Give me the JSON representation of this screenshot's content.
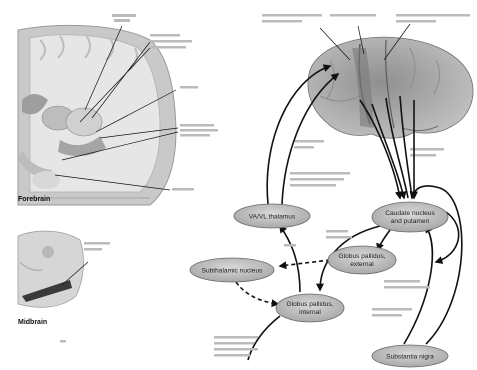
{
  "panels": {
    "forebrain_label": "Forebrain",
    "midbrain_label": "Midbrain"
  },
  "nodes": {
    "vavl": "VA/VL thalamus",
    "caudate_line1": "Caudate nucleus",
    "caudate_line2": "and putamen",
    "gpe_line1": "Globus pallidus,",
    "gpe_line2": "external",
    "stn": "Subthalamic nucleus",
    "gpi_line1": "Globus pallidus,",
    "gpi_line2": "internal",
    "sn": "Substantia nigra"
  },
  "colors": {
    "node_fill": "#bdbdbd",
    "node_stroke": "#6a6a6a",
    "arrow": "#111111",
    "brain_fill": "#a9a9a9",
    "slice_fill": "#cfcfcf"
  }
}
